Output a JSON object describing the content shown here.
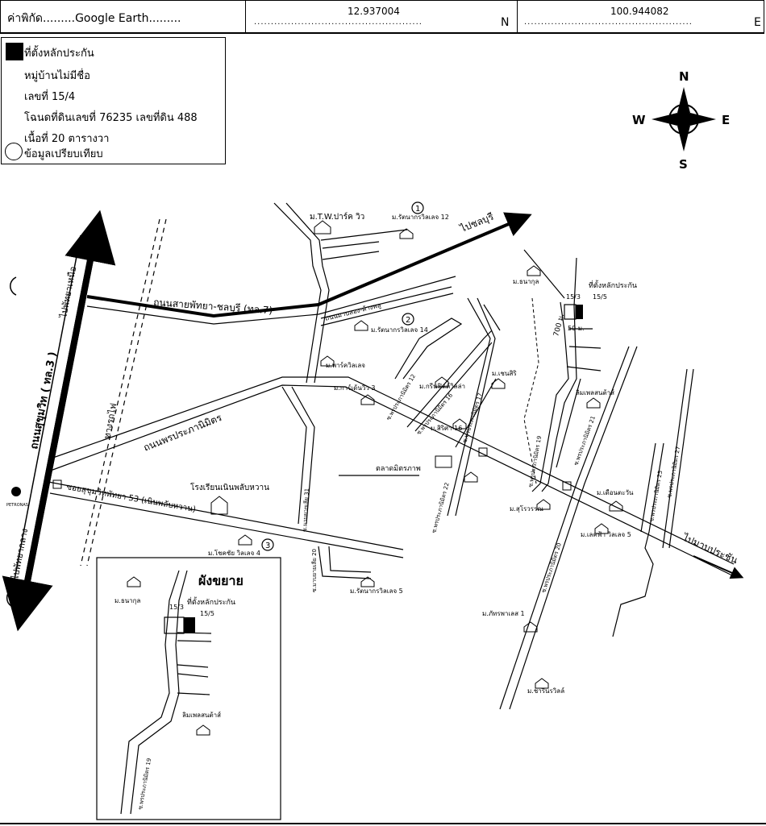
{
  "header": {
    "label_prefix": "ค่าพิกัด.........Google Earth.........",
    "lat_value": "12.937004",
    "lat_dots": "..................................................",
    "lat_unit": "N",
    "lon_value": "100.944082",
    "lon_dots": "..................................................",
    "lon_unit": "E"
  },
  "legend": {
    "title": "ที่ตั้งหลักประกัน",
    "line1": "หมู่บ้านไม่มีชื่อ",
    "line2": "เลขที่ 15/4",
    "line3": "โฉนดที่ดินเลขที่ 76235 เลขที่ดิน 488",
    "line4": "เนื้อที่ 20 ตารางวา",
    "compare": "ข้อมูลเปรียบเทียบ"
  },
  "compass": {
    "n": "N",
    "s": "S",
    "e": "E",
    "w": "W"
  },
  "roads": {
    "sukhumvit": "ถนนสุขุมวิท ( ทล.3 )",
    "pattaya_chonburi": "ถนนสายพัทยา-ชลบุรี (ทล.7)",
    "phonprapanimit": "ถนนพรประภานิมิตร",
    "railway": "ทางรถไฟ",
    "nongkrabok": "ถนนมาบสอง-ค้างพลู",
    "soi53": "ซอยสุขุมวิทพัทยา 53 (เนินพลับหวาน)",
    "to_north_pattaya": "ไปพัทยาเหนือ",
    "to_central_pattaya": "ไปพัทยากลาง",
    "to_chonburi": "ไปชลบุรี",
    "to_mabprachan": "ไปมาบประชัน",
    "soi12": "ซ.พรประภานิมิตร 12",
    "soi16": "ซ.พรประภานิมิตร 16",
    "soi17": "ซ.พรประภานิมิตร 17",
    "soi19": "ซ.พรประภานิมิตร 19",
    "soi20": "ซ.พรประภานิมิตร 20",
    "soi21": "ซ.พรประภานิมิตร 21",
    "soi22": "ซ.พรประภานิมิตร 22",
    "soi25": "ซ.พรประภานิมิตร 25",
    "soi27": "ซ.พรประภานิมิตร 27",
    "soi_mabyailia31": "ซ.มาบยายเลีย 31",
    "soi_mabyailia20": "ซ.มาบยายเลีย 20"
  },
  "places": {
    "mtw": "ม.T.W.ปาร์ค วิว",
    "rattanakorn12": "ม.รัตนากรวิลเลจ 12",
    "rattanakorn14": "ม.รัตนากรวิลเลจ 14",
    "rattanakorn5": "ม.รัตนากรวิลเลจ 5",
    "tanakul": "ม.ธนากุล",
    "collateral": "ที่ตั้งหลักประกัน",
    "lot_a": "15/3",
    "lot_b": "15/5",
    "dist50": "50 ม.",
    "dist700": "700 ม.",
    "limphet": "ลิมเพลสนต้าส์",
    "pavilion": "ม.พาร์ควิลเลจ",
    "garden3": "ม.การ์เด้นวิว 3",
    "greenfield": "ม.กรีนฟิลด์วิลล่า",
    "chanasit": "ม.เชนสิริ",
    "sirisa16": "ม.สิริศา 16",
    "market": "ตลาดมิตรภาพ",
    "school": "โรงเรียนเนินพลับหวาน",
    "lotus4": "ม.โชคชัย วิลเลจ 4",
    "saraswan": "ม.สุโรวรรณ",
    "daungdee": "ม.เดือนตะวัน",
    "lamphu5": "ม.เลคฟ้า วิลเลจ 5",
    "patthanalert1": "ม.ภัทรพาเลส 1",
    "charinwong": "ม.ชารินรวิลล์",
    "ptt": "PETRONAS",
    "n1": "1",
    "n2": "2",
    "n3": "3"
  },
  "inset": {
    "title": "ผังขยาย",
    "tanakul": "ม.ธนากุล",
    "collateral": "ที่ตั้งหลักประกัน",
    "lot_a": "15/3",
    "lot_b": "15/5",
    "limphet": "ลิมเพลสนต้าส์",
    "soi19": "ซ.พรประภานิมิตร 19"
  }
}
